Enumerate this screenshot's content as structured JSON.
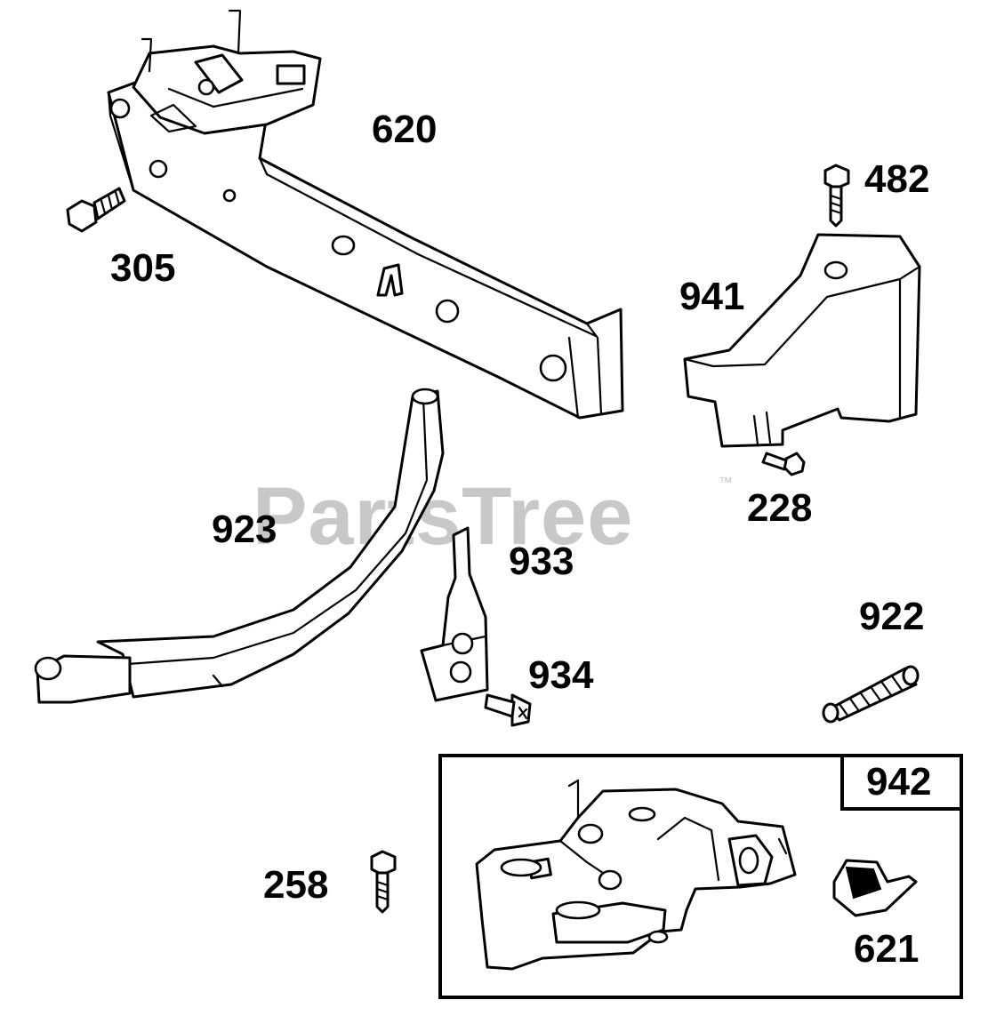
{
  "watermark": {
    "text": "PartsTree",
    "trademark": "™",
    "color": "#c8c8c8"
  },
  "parts": [
    {
      "id": "p620",
      "label": "620"
    },
    {
      "id": "p305",
      "label": "305"
    },
    {
      "id": "p482",
      "label": "482"
    },
    {
      "id": "p941",
      "label": "941"
    },
    {
      "id": "p228",
      "label": "228"
    },
    {
      "id": "p923",
      "label": "923"
    },
    {
      "id": "p933",
      "label": "933"
    },
    {
      "id": "p934",
      "label": "934"
    },
    {
      "id": "p922",
      "label": "922"
    },
    {
      "id": "p258",
      "label": "258"
    },
    {
      "id": "p942",
      "label": "942"
    },
    {
      "id": "p621",
      "label": "621"
    }
  ]
}
